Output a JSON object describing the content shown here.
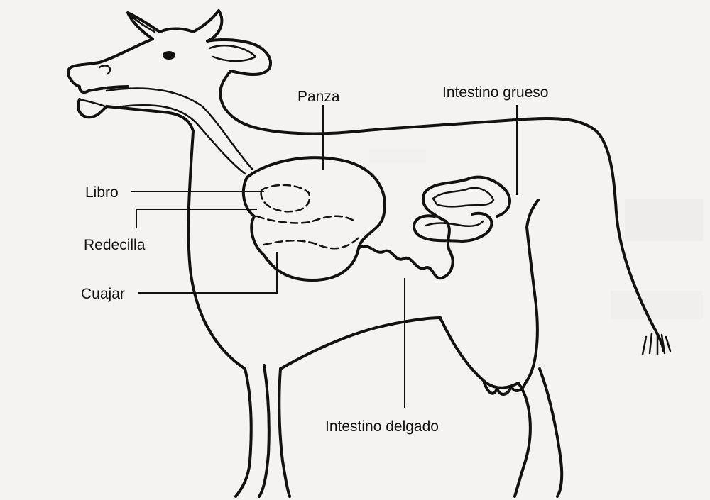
{
  "labels": {
    "panza": "Panza",
    "libro": "Libro",
    "redecilla": "Redecilla",
    "cuajar": "Cuajar",
    "intestino_grueso": "Intestino grueso",
    "intestino_delgado": "Intestino delgado"
  }
}
